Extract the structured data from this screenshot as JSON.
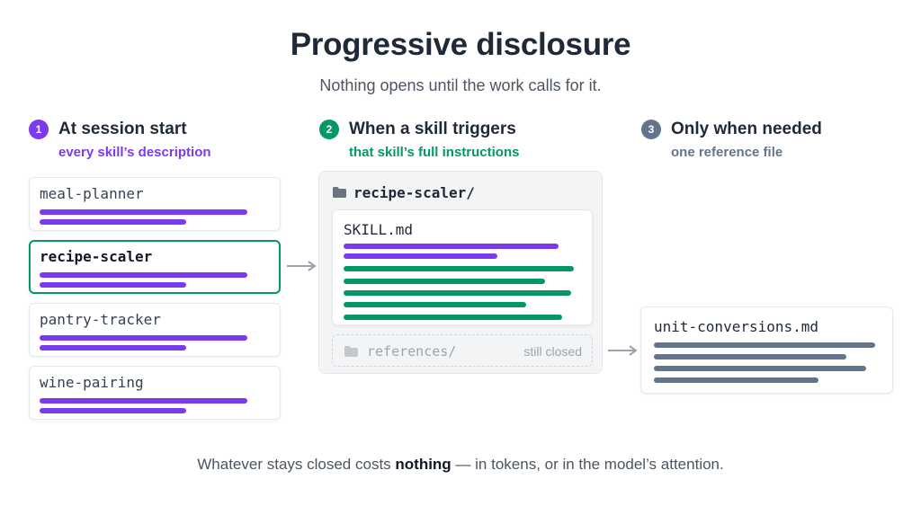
{
  "header": {
    "title": "Progressive disclosure",
    "subtitle": "Nothing opens until the work calls for it."
  },
  "colors": {
    "purple": "#7c3aed",
    "green": "#059669",
    "slate": "#64748b",
    "arrow": "#9ca3af"
  },
  "steps": [
    {
      "number": "1",
      "title": "At session start",
      "subtitle": "every skill’s description"
    },
    {
      "number": "2",
      "title": "When a skill triggers",
      "subtitle": "that skill’s full instructions"
    },
    {
      "number": "3",
      "title": "Only when needed",
      "subtitle": "one reference file"
    }
  ],
  "skills": [
    {
      "name": "meal-planner"
    },
    {
      "name": "recipe-scaler",
      "selected": true
    },
    {
      "name": "pantry-tracker"
    },
    {
      "name": "wine-pairing"
    }
  ],
  "skill_folder": {
    "name": "recipe-scaler/",
    "file": "SKILL.md",
    "references": "references/",
    "references_status": "still closed",
    "folder_icon": "folder-icon"
  },
  "reference_file": {
    "name": "unit-conversions.md"
  },
  "footer": {
    "before": "Whatever stays closed costs ",
    "emphasis": "nothing",
    "after": " — in tokens, or in the model’s attention."
  }
}
